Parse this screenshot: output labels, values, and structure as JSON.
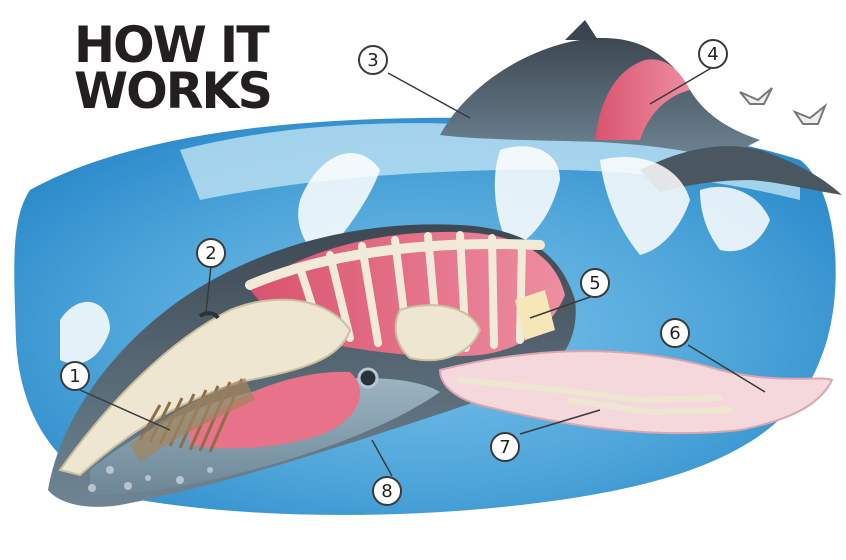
{
  "logo": {
    "line1": "HOW IT",
    "line2": "WORKS"
  },
  "callouts": [
    "1",
    "2",
    "3",
    "4",
    "5",
    "6",
    "7",
    "8"
  ],
  "colors": {
    "ocean": "#6fb8e2",
    "ocean_deep": "#2f8fcc",
    "whale_skin": "#4a5660",
    "whale_belly": "#8aa4b3",
    "muscle": "#e0607a",
    "bone": "#efe6d2",
    "baleen": "#a3845c"
  }
}
